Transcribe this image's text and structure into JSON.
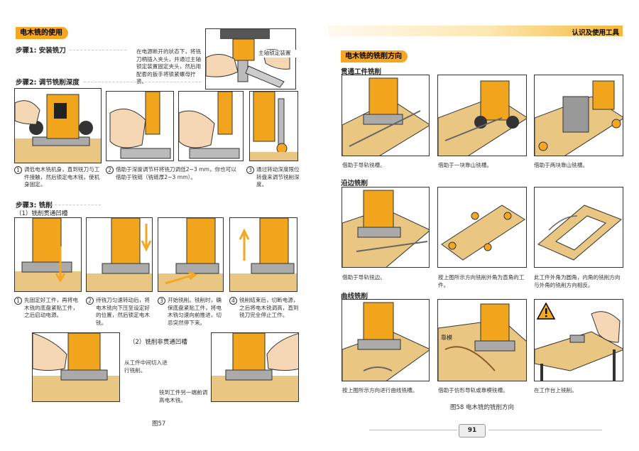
{
  "left": {
    "section_title": "电木铣的使用",
    "step1": "步骤1: 安装铣刀",
    "step1_note": "在电源断开的状态下，将铣刀柄插入夹头，并通过主轴锁定装置固定夹头，然后用配套的扳手将锁紧螺母拧紧。",
    "spindle_lock_label": "主轴锁定装置",
    "step2": "步骤2: 调节铣削深度",
    "step2_caps": [
      {
        "n": "1",
        "text": "调低电木铣机身，直到铣刀与工件接触，然后锁定电木铣，使机身固定。"
      },
      {
        "n": "2",
        "text": "借助于深度调节杆将铣刀调低2~3 mm，你也可以借助于铣链（铣链厚2~3 mm）。"
      },
      {
        "n": "3",
        "text": "通过转动深度限位转盘来调节铣削深度。"
      }
    ],
    "step3": "步骤3: 铣削",
    "sub1": "（1）铣削贯通凹槽",
    "step3_caps": [
      {
        "n": "1",
        "text": "先固定好工件，再将电木铣的底盘紧贴工件，之后启动电源。"
      },
      {
        "n": "2",
        "text": "待铣刀匀速转动后，将电木铣向下压至设定好的位置，然后锁定电木铣。"
      },
      {
        "n": "3",
        "text": "开始铣削。铣削时，确保底盘紧贴工件，将电木铣匀速向前推进，切忌突然停下来。"
      },
      {
        "n": "4",
        "text": "铣削结束后，切断电源，之后将电木铣调高，直到铣刀完全停止工作。"
      }
    ],
    "sub2": "（2）铣削非贯通凹槽",
    "note_a": "从工件中间切入进行铣削。",
    "note_b": "铣到工件另一端前调高电木铣。",
    "fig": "图57"
  },
  "right": {
    "header": "认识及使用工具",
    "section_title": "电木铣的铣削方向",
    "sec1": "贯通工件铣削",
    "sec1_caps": [
      "借助于导轨铣槽。",
      "借助于一块靠山铣槽。",
      "借助于两块靠山铣槽。"
    ],
    "sec2": "沿边铣削",
    "sec2_caps": [
      "借助于导轨铣边。",
      "按上图所示方向铣削外角为直角的工件。",
      "此工件外角为圆角，内角的铣削方向与外角的铣削方向相反。"
    ],
    "sec3": "曲线铣削",
    "sec3_caps": [
      "按上图所示方向进行曲线铣槽。",
      "借助于仿形导轨或靠模铣槽。",
      "在工作台上铣削。"
    ],
    "template_label": "靠模",
    "fig": "图58  电木铣的铣削方向",
    "page": "91"
  },
  "colors": {
    "accent": "#f5a623",
    "tool_yellow": "#f1a51c",
    "wood": "#e9c783"
  }
}
